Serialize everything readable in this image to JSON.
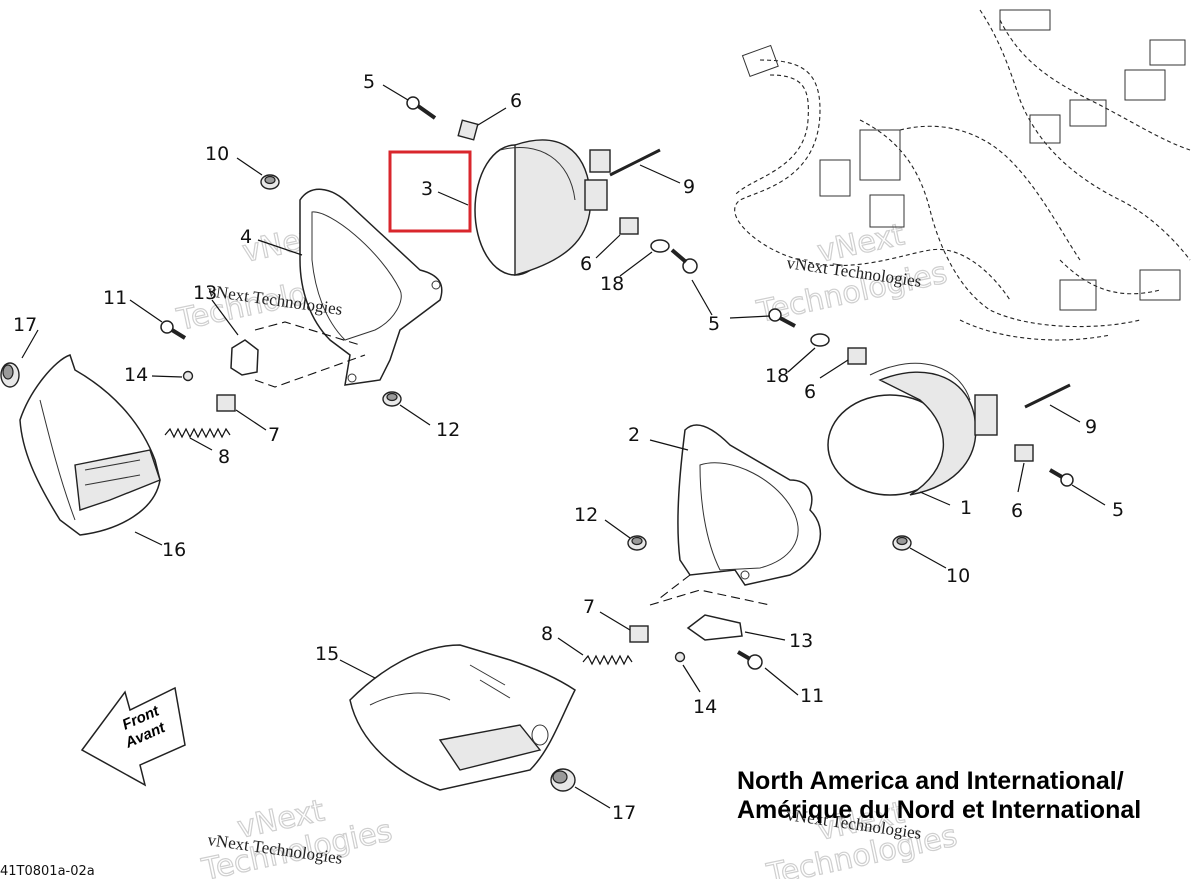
{
  "callouts": {
    "n1": "1",
    "n2": "2",
    "n3": "3",
    "n4": "4",
    "n5a": "5",
    "n5b": "5",
    "n5c": "5",
    "n6a": "6",
    "n6b": "6",
    "n6c": "6",
    "n6d": "6",
    "n7a": "7",
    "n7b": "7",
    "n8a": "8",
    "n8b": "8",
    "n9a": "9",
    "n9b": "9",
    "n10a": "10",
    "n10b": "10",
    "n11a": "11",
    "n11b": "11",
    "n12a": "12",
    "n12b": "12",
    "n13a": "13",
    "n13b": "13",
    "n14a": "14",
    "n14b": "14",
    "n15": "15",
    "n16": "16",
    "n17a": "17",
    "n17b": "17",
    "n18a": "18",
    "n18b": "18"
  },
  "title": {
    "line1": "North America and International/",
    "line2": "Amérique du Nord et International"
  },
  "watermark": {
    "label": "vNext Technologies",
    "big_top": "vNext",
    "big_bottom": "Technologies"
  },
  "front_arrow": {
    "line1": "Front",
    "line2": "Avant"
  },
  "figure_code": "41T0801a-02a",
  "highlight_color": "#d9262c"
}
